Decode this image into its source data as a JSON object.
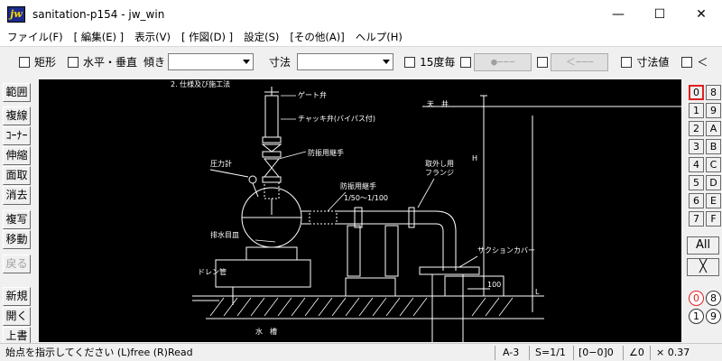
{
  "window": {
    "app_icon_text": "jw",
    "title": "sanitation-p154 - jw_win",
    "minimize": "—",
    "maximize": "☐",
    "close": "✕"
  },
  "menu": [
    "ファイル(F)",
    "[ 編集(E) ]",
    "表示(V)",
    "[ 作図(D) ]",
    "設定(S)",
    "[その他(A)]",
    "ヘルプ(H)"
  ],
  "toolbar": {
    "rect_label": "矩形",
    "hv_label": "水平・垂直",
    "tilt_label": "傾き",
    "tilt_value": "",
    "dim_label": "寸法",
    "dim_value": "",
    "deg15_label": "15度毎",
    "btn_dot": "●−−−",
    "btn_arrow": "＜−−−",
    "dimval_label": "寸法値",
    "lt_label": "＜"
  },
  "left_tools": [
    "範囲",
    "複線",
    "ｺｰﾅｰ",
    "伸縮",
    "面取",
    "消去",
    "複写",
    "移動",
    "戻る",
    "新規",
    "開く",
    "上書"
  ],
  "layers": {
    "grid": [
      [
        "0",
        "8"
      ],
      [
        "1",
        "9"
      ],
      [
        "2",
        "A"
      ],
      [
        "3",
        "B"
      ],
      [
        "4",
        "C"
      ],
      [
        "5",
        "D"
      ],
      [
        "6",
        "E"
      ],
      [
        "7",
        "F"
      ]
    ],
    "all_label": "All",
    "x_label": "╳",
    "groups": [
      [
        "0",
        "8"
      ],
      [
        "1",
        "9"
      ]
    ]
  },
  "drawing": {
    "header": "2. 仕様及び施工法",
    "gate_valve": "ゲート弁",
    "check_valve": "チャッキ弁(バイパス付)",
    "anti_vib_joint": "防振用継手",
    "pressure_gauge": "圧力計",
    "ceiling": "天　井",
    "removal_flange": "取外し用\nフランジ",
    "anti_vib_joint2": "防振用継手",
    "slope": "1/50〜1/100",
    "drain_pan": "排水目皿",
    "suction_cover": "サクションカバー",
    "drain_pipe": "ドレン管",
    "tank": "水　槽",
    "dim_100": "100",
    "dim_l": "L",
    "dim_h": "H"
  },
  "status": {
    "message": "始点を指示してください (L)free (R)Read",
    "paper": "A-3",
    "scale": "S=1/1",
    "layer": "[0−0]0",
    "angle": "∠0",
    "zoom": "× 0.37"
  }
}
